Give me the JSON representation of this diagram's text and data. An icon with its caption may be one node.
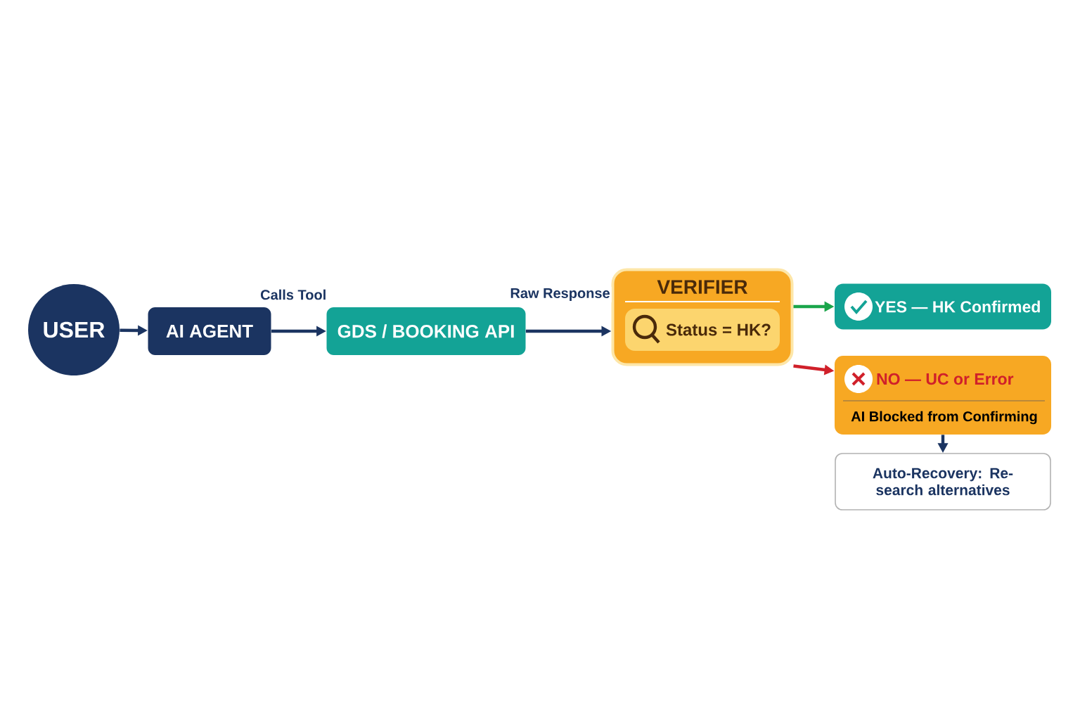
{
  "diagram": {
    "nodes": [
      {
        "text": [
          "USER"
        ]
      },
      {
        "text": [
          "AI AGENT"
        ]
      },
      {
        "text": [
          "GDS / BOOKING API"
        ]
      },
      {
        "text": [
          "VERIFIER"
        ]
      },
      {
        "text": [
          "Status = HK?"
        ],
        "in": 3
      },
      {
        "text": [
          "YES — HK Confirmed"
        ]
      },
      {
        "text": [
          "NO — UC or Error",
          "AI Blocked from Confirming"
        ]
      },
      {
        "text": [
          "Auto-Recovery: Re-search alternatives"
        ]
      }
    ],
    "edges": [
      {
        "from": 0,
        "to": 1,
        "arrow": "to"
      },
      {
        "from": 1,
        "to": 2,
        "arrow": "to",
        "label": "Calls Tool"
      },
      {
        "from": 2,
        "to": 3,
        "arrow": "to",
        "label": "Raw Response"
      },
      {
        "from": 3,
        "to": 5,
        "arrow": "to",
        "color": "#1aa54a"
      },
      {
        "from": 3,
        "to": 6,
        "arrow": "to",
        "color": "#d0202a"
      },
      {
        "from": 6,
        "to": 7,
        "arrow": "to"
      }
    ]
  }
}
